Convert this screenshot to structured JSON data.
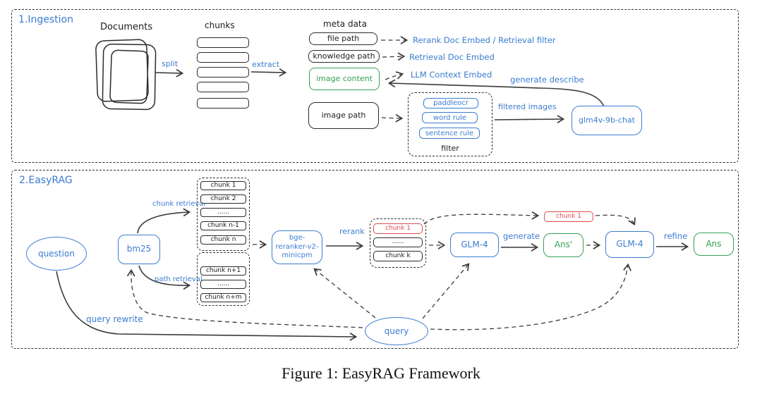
{
  "caption": "Figure 1: EasyRAG Framework",
  "colors": {
    "blue": "#3b7cd0",
    "green": "#35a053",
    "red": "#e04c4c",
    "stroke": "#2b2b2b"
  },
  "ingestion": {
    "section_label": "1.Ingestion",
    "documents_label": "Documents",
    "split_label": "split",
    "chunks_label": "chunks",
    "extract_label": "extract",
    "meta_data_label": "meta data",
    "meta_boxes": {
      "file_path": "file path",
      "knowledge_path": "knowledge path",
      "image_content": "image content",
      "image_path": "image path"
    },
    "embed_labels": {
      "rerank_doc": "Rerank Doc Embed  / Retrieval filter",
      "retrieval_doc": "Retrieval Doc Embed",
      "llm_context": "LLM Context Embed"
    },
    "generate_describe_label": "generate describe",
    "filtered_images_label": "filtered images",
    "filter_group": {
      "label": "filter",
      "items": [
        "paddleocr",
        "word rule",
        "sentence rule"
      ]
    },
    "vlm_model": "glm4v-9b-chat"
  },
  "easyrag": {
    "section_label": "2.EasyRAG",
    "question": "question",
    "retriever": "bm25",
    "chunk_retrieval_label": "chunk retrieval",
    "path_retrieval_label": "path retrieval",
    "chunk_stack_top": [
      "chunk 1",
      "chunk 2",
      "......",
      "chunk n-1",
      "chunk n"
    ],
    "chunk_stack_bottom": [
      "chunk n+1",
      "......",
      "chunk n+m"
    ],
    "reranker_lines": [
      "bge-",
      "reranker-v2-",
      "minicpm"
    ],
    "rerank_label": "rerank",
    "reranked_stack": [
      "chunk 1",
      "......",
      "chunk k"
    ],
    "generator_1": "GLM-4",
    "generate_label": "generate",
    "answer_draft": "Ans'",
    "generator_2": "GLM-4",
    "refine_label": "refine",
    "answer_final": "Ans",
    "chunk_1_highlight": "chunk 1",
    "query": "query",
    "query_rewrite_label": "query rewrite"
  }
}
